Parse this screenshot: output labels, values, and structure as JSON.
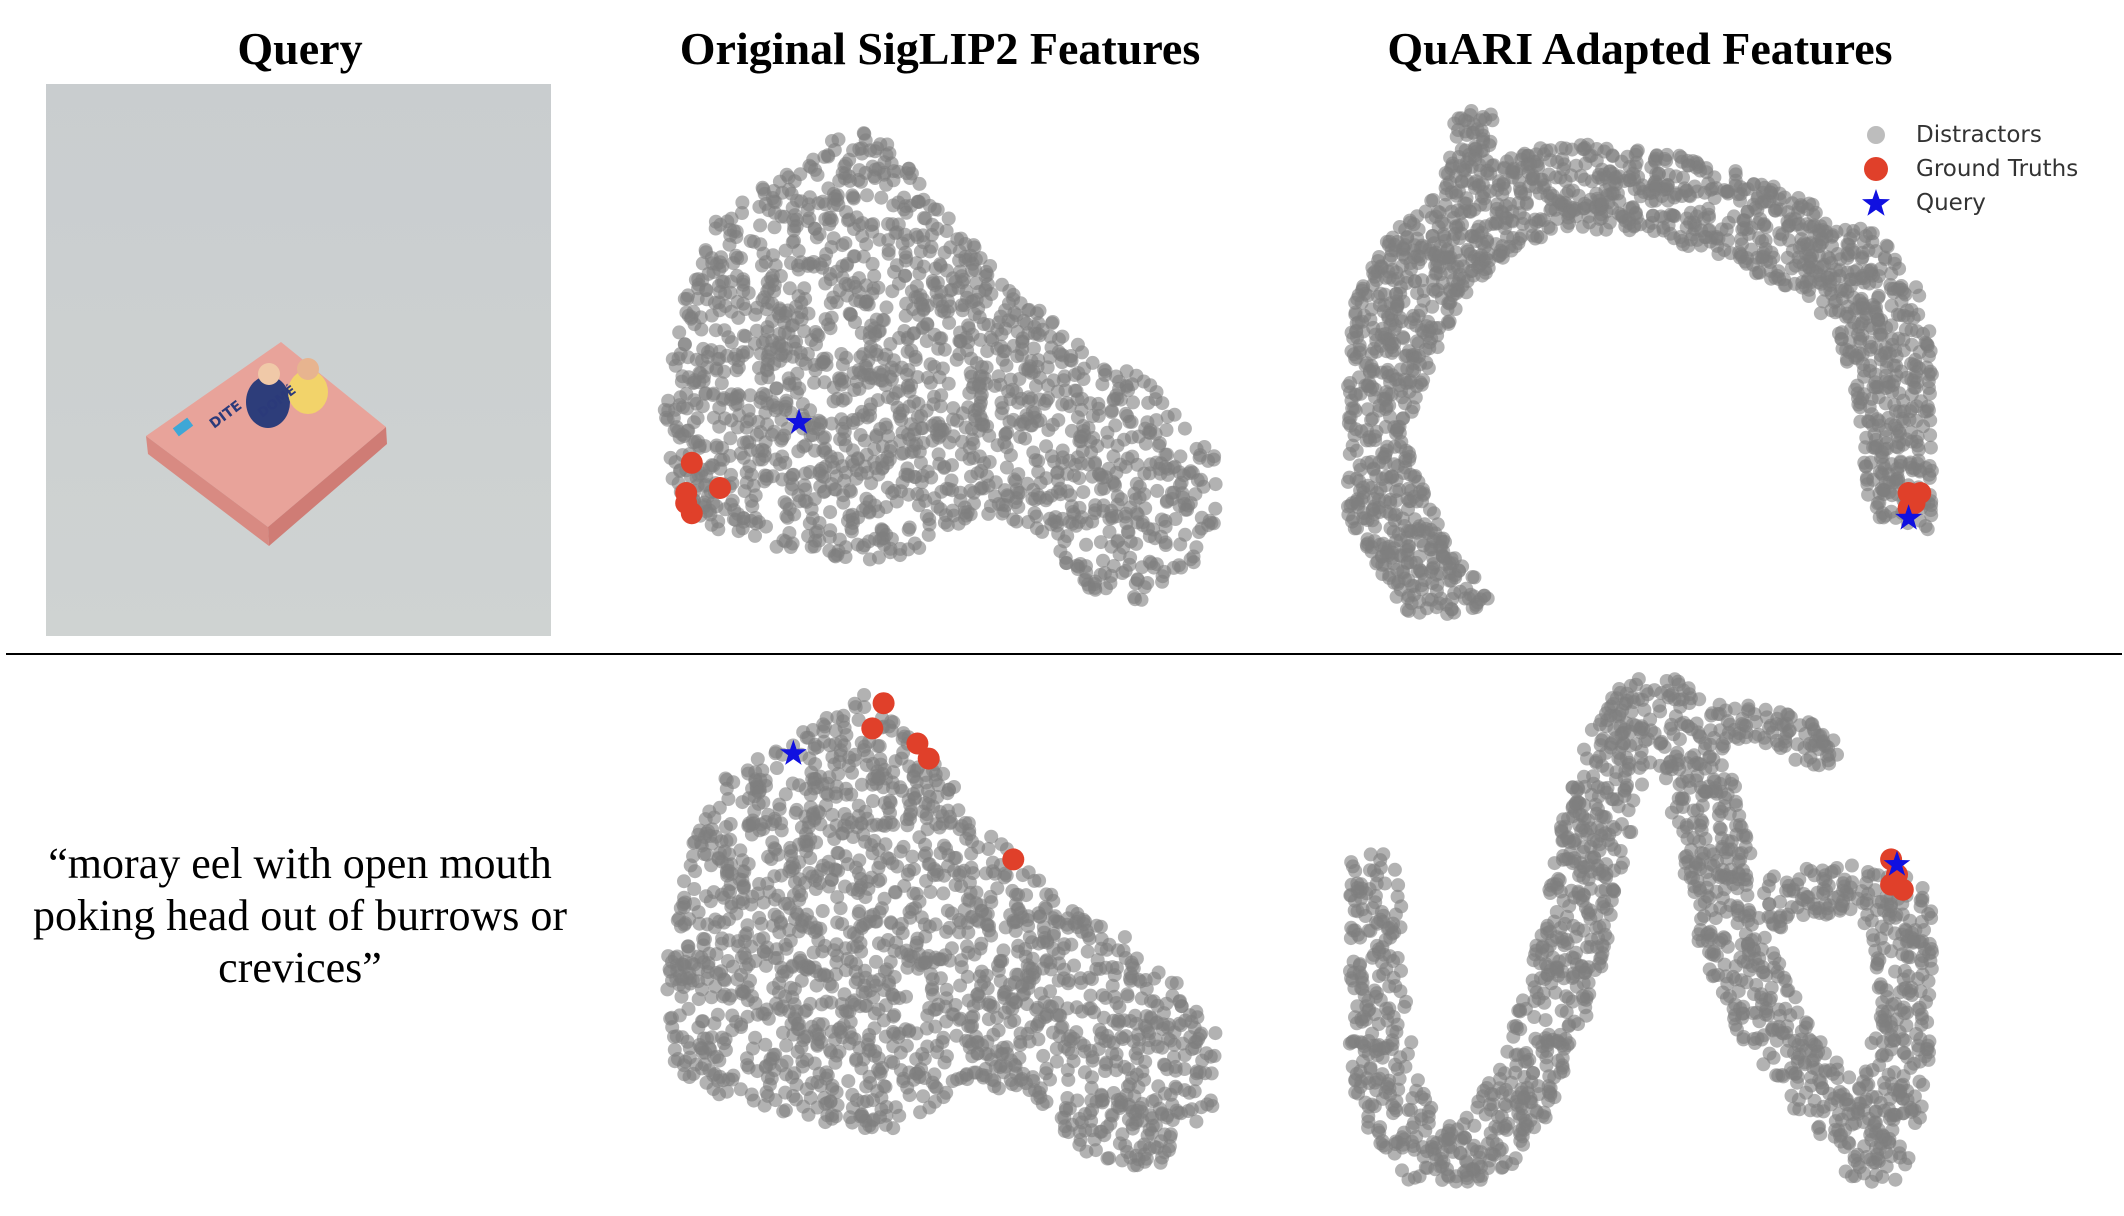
{
  "titles": {
    "query": "Query",
    "original": "Original SigLIP2 Features",
    "quari": "QuARI Adapted Features"
  },
  "query_image": {
    "box_text_top": "DITE",
    "box_text_bottom": "DOMÉ"
  },
  "text_query": "“moray eel with open mouth poking head out of burrows or crevices”",
  "legend": {
    "distractors": "Distractors",
    "ground_truths": "Ground Truths",
    "query": "Query"
  },
  "colors": {
    "distractor": "#7f7f7f",
    "ground_truth": "#e0402a",
    "query": "#1010e0"
  },
  "chart_data": [
    {
      "type": "scatter",
      "row": "image query",
      "panel": "Original SigLIP2 Features",
      "xlim": [
        0,
        1
      ],
      "ylim": [
        0,
        1
      ],
      "distractor_shape": "triangle-like point cloud",
      "distractor_polygon": [
        [
          0.37,
          0.97
        ],
        [
          0.42,
          0.93
        ],
        [
          0.6,
          0.68
        ],
        [
          0.76,
          0.52
        ],
        [
          0.86,
          0.47
        ],
        [
          0.99,
          0.31
        ],
        [
          0.99,
          0.15
        ],
        [
          0.88,
          0.02
        ],
        [
          0.76,
          0.05
        ],
        [
          0.66,
          0.18
        ],
        [
          0.55,
          0.19
        ],
        [
          0.42,
          0.1
        ],
        [
          0.27,
          0.12
        ],
        [
          0.13,
          0.15
        ],
        [
          0.03,
          0.22
        ],
        [
          0.01,
          0.42
        ],
        [
          0.05,
          0.64
        ],
        [
          0.11,
          0.8
        ],
        [
          0.24,
          0.88
        ],
        [
          0.31,
          0.94
        ]
      ],
      "ground_truths": [
        [
          0.06,
          0.3
        ],
        [
          0.11,
          0.25
        ],
        [
          0.05,
          0.24
        ],
        [
          0.06,
          0.2
        ],
        [
          0.05,
          0.22
        ]
      ],
      "query": [
        0.25,
        0.38
      ]
    },
    {
      "type": "scatter",
      "row": "image query",
      "panel": "QuARI Adapted Features",
      "xlim": [
        0,
        1
      ],
      "ylim": [
        0,
        1
      ],
      "distractor_shape": "arch-shaped point cloud",
      "ground_truths": [
        [
          0.96,
          0.24
        ],
        [
          0.98,
          0.24
        ],
        [
          0.97,
          0.22
        ],
        [
          0.96,
          0.21
        ]
      ],
      "query": [
        0.96,
        0.19
      ]
    },
    {
      "type": "scatter",
      "row": "text query",
      "panel": "Original SigLIP2 Features",
      "xlim": [
        0,
        1
      ],
      "ylim": [
        0,
        1
      ],
      "distractor_shape": "triangle-like point cloud",
      "distractor_polygon": [
        [
          0.37,
          0.97
        ],
        [
          0.42,
          0.93
        ],
        [
          0.6,
          0.68
        ],
        [
          0.76,
          0.52
        ],
        [
          0.86,
          0.47
        ],
        [
          0.99,
          0.31
        ],
        [
          0.99,
          0.15
        ],
        [
          0.88,
          0.02
        ],
        [
          0.76,
          0.05
        ],
        [
          0.66,
          0.18
        ],
        [
          0.55,
          0.19
        ],
        [
          0.42,
          0.1
        ],
        [
          0.27,
          0.12
        ],
        [
          0.13,
          0.15
        ],
        [
          0.03,
          0.22
        ],
        [
          0.01,
          0.42
        ],
        [
          0.05,
          0.64
        ],
        [
          0.11,
          0.8
        ],
        [
          0.24,
          0.88
        ],
        [
          0.31,
          0.94
        ]
      ],
      "ground_truths": [
        [
          0.4,
          0.95
        ],
        [
          0.38,
          0.9
        ],
        [
          0.46,
          0.87
        ],
        [
          0.48,
          0.84
        ],
        [
          0.63,
          0.64
        ]
      ],
      "query": [
        0.24,
        0.85
      ]
    },
    {
      "type": "scatter",
      "row": "text query",
      "panel": "QuARI Adapted Features",
      "xlim": [
        0,
        1
      ],
      "ylim": [
        0,
        1
      ],
      "distractor_shape": "double-arch point cloud",
      "ground_truths": [
        [
          0.93,
          0.64
        ],
        [
          0.94,
          0.61
        ],
        [
          0.93,
          0.59
        ],
        [
          0.95,
          0.58
        ]
      ],
      "query": [
        0.94,
        0.63
      ]
    }
  ]
}
